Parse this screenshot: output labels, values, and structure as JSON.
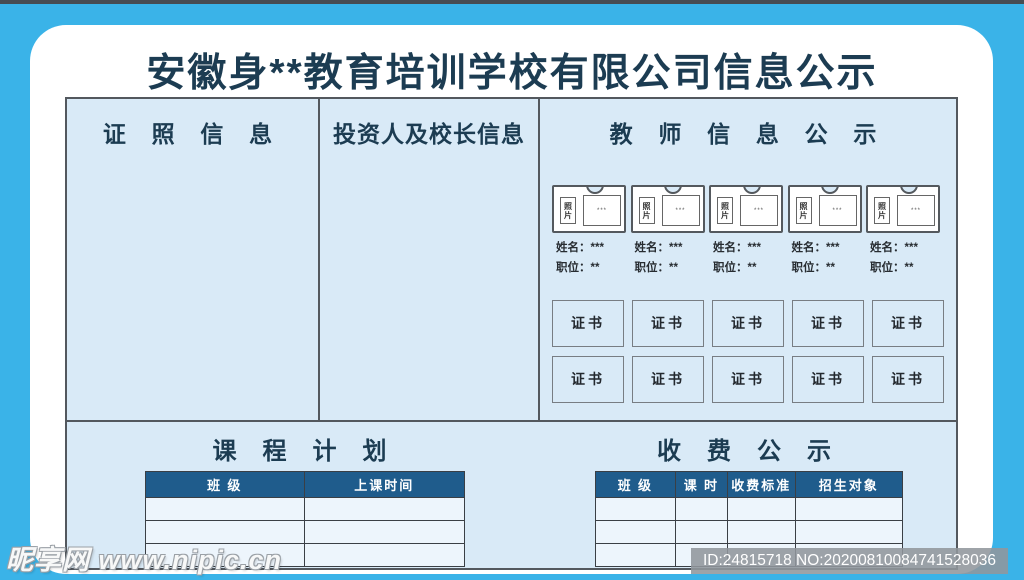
{
  "board": {
    "title": "安徽身**教育培训学校有限公司信息公示",
    "sections": {
      "license": {
        "title": "证 照 信 息"
      },
      "investor": {
        "title": "投资人及校长信息"
      },
      "teachers": {
        "title": "教 师 信 息 公 示",
        "card_count": 5,
        "card_photo_label": "照片",
        "card_placeholder": "***",
        "name_label": "姓名：***",
        "position_label": "职位：**",
        "certificate_label": "证书",
        "certificate_rows": 2,
        "certificates_per_row": 5
      },
      "course_plan": {
        "title": "课 程 计 划",
        "columns": [
          "班 级",
          "上课时间"
        ],
        "rows": [
          [
            "",
            ""
          ],
          [
            "",
            ""
          ],
          [
            "",
            ""
          ]
        ]
      },
      "fees": {
        "title": "收 费 公 示",
        "columns": [
          "班 级",
          "课 时",
          "收费标准",
          "招生对象"
        ],
        "rows": [
          [
            "",
            "",
            "",
            ""
          ],
          [
            "",
            "",
            "",
            ""
          ],
          [
            "",
            "",
            "",
            ""
          ]
        ]
      }
    }
  },
  "watermark": {
    "site": "昵享网 www.nipic.cn",
    "id_text": "ID:24815718 NO:20200810084741528036"
  },
  "colors": {
    "frame_blue": "#3ab3e8",
    "panel_light_blue": "#d9eaf7",
    "table_header_blue": "#1f5c8c",
    "heading_text": "#1c3c52"
  }
}
